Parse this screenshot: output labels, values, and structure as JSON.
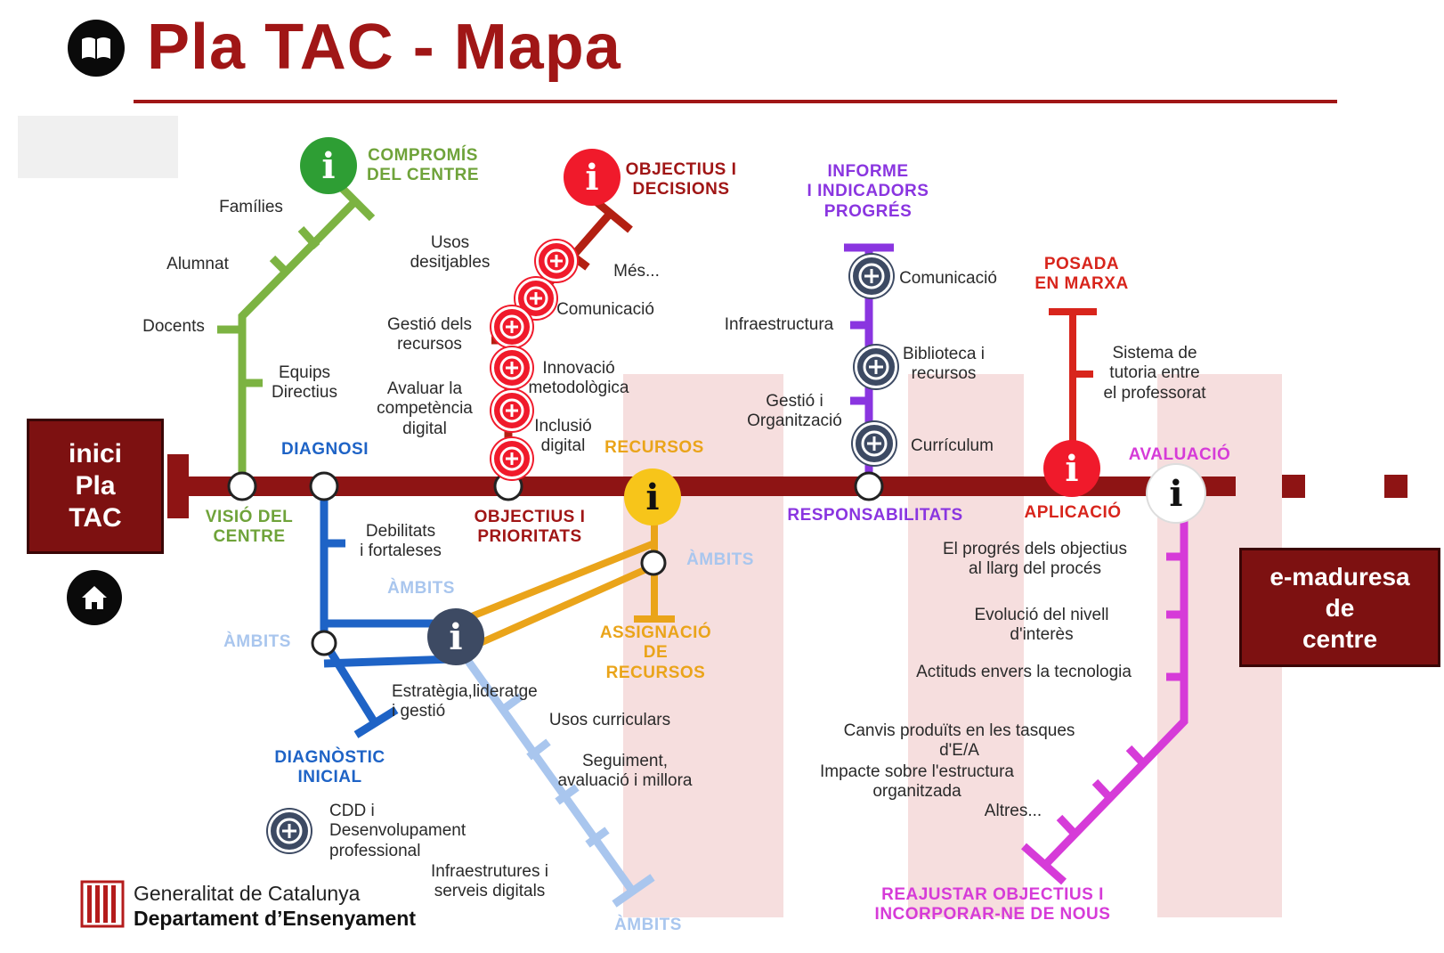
{
  "title": "Pla TAC - Mapa",
  "colors": {
    "title": "#a01616",
    "main_line": "#8e1414",
    "green": "#7cb342",
    "blue": "#1e63c6",
    "light_blue": "#a9c6ee",
    "orange": "#eaa41a",
    "purple": "#8a35e0",
    "red_line": "#d8251c",
    "magenta": "#d63bd8",
    "hot_red": "#f01a2b",
    "hot_green": "#2e9e34",
    "hot_yellow": "#f7c51a",
    "hot_dark": "#3d4a63"
  },
  "icons": {
    "book": "book-icon",
    "home": "home-icon",
    "info": "info-icon",
    "plus": "plus-icon"
  },
  "start_box": "inici\nPla\nTAC",
  "end_box": "e-maduresa\nde\ncentre",
  "stations": {
    "visio": "VISIÓ DEL\nCENTRE",
    "diagnosi": "DIAGNOSI",
    "objectius_prioritats": "OBJECTIUS I\nPRIORITATS",
    "recursos": "RECURSOS",
    "responsabilitats": "RESPONSABILITATS",
    "aplicacio": "APLICACIÓ",
    "avaluacio": "AVALUACIÓ"
  },
  "branches": {
    "compromis": {
      "title": "COMPROMÍS\nDEL CENTRE",
      "items": [
        "Famílies",
        "Alumnat",
        "Docents",
        "Equips\nDirectius"
      ]
    },
    "objectius": {
      "title": "OBJECTIUS I\nDECISIONS",
      "items": [
        "Usos\ndesitjables",
        "Més...",
        "Comunicació",
        "Gestió dels\nrecursos",
        "Innovació\nmetodològica",
        "Avaluar la\ncompetència\ndigital",
        "Inclusió\ndigital"
      ]
    },
    "informe": {
      "title": "INFORME\nI INDICADORS\nPROGRÉS",
      "items": [
        "Comunicació",
        "Infraestructura",
        "Biblioteca i\nrecursos",
        "Gestió i\nOrganització",
        "Currículum"
      ]
    },
    "posada": {
      "title": "POSADA\nEN MARXA",
      "items": [
        "Sistema de\ntutoria entre\nel professorat"
      ]
    },
    "diagnostic": {
      "title": "DIAGNÒSTIC\nINICIAL",
      "items": [
        "Debilitats\ni fortaleses",
        "ÀMBITS",
        "ÀMBITS"
      ]
    },
    "assignacio": {
      "title": "ASSIGNACIÓ\nDE\nRECURSOS",
      "items": [
        "ÀMBITS"
      ]
    },
    "ambits": {
      "title": "ÀMBITS",
      "items": [
        "Estratègia,lideratge\ni gestió",
        "Usos curriculars",
        "Seguiment,\navaluació i millora",
        "CDD i\nDesenvolupament\nprofessional",
        "Infraestrutures i\nserveis digitals"
      ]
    },
    "reajustar": {
      "title": "REAJUSTAR OBJECTIUS I\nINCORPORAR-NE DE NOUS",
      "items": [
        "El progrés dels objectius\nal llarg del procés",
        "Evolució del nivell\nd'interès",
        "Actituds envers la tecnologia",
        "Canvis produïts en les tasques\nd'E/A",
        "Impacte sobre l'estructura\norganitzada",
        "Altres..."
      ]
    }
  },
  "hotspot_glyphs": {
    "info": "i",
    "plus": "+"
  },
  "footer": {
    "line1": "Generalitat de Catalunya",
    "line2": "Departament d’Ensenyament"
  }
}
